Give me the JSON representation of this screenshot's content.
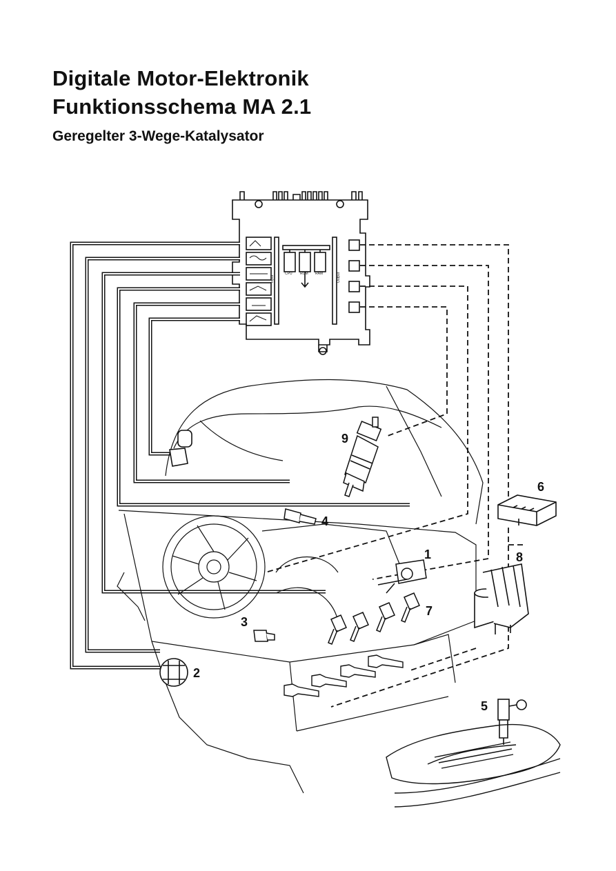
{
  "header": {
    "title_line1": "Digitale Motor-Elektronik",
    "title_line2": "Funktionsschema MA 2.1",
    "subtitle": "Geregelter 3-Wege-Katalysator"
  },
  "ecu": {
    "block_labels": [
      "Input",
      "Output",
      "CPU",
      "ROM",
      "RAM"
    ]
  },
  "callouts": [
    "1",
    "2",
    "3",
    "4",
    "5",
    "6",
    "7",
    "8",
    "9"
  ],
  "colors": {
    "ink": "#111111",
    "paper": "#ffffff"
  }
}
